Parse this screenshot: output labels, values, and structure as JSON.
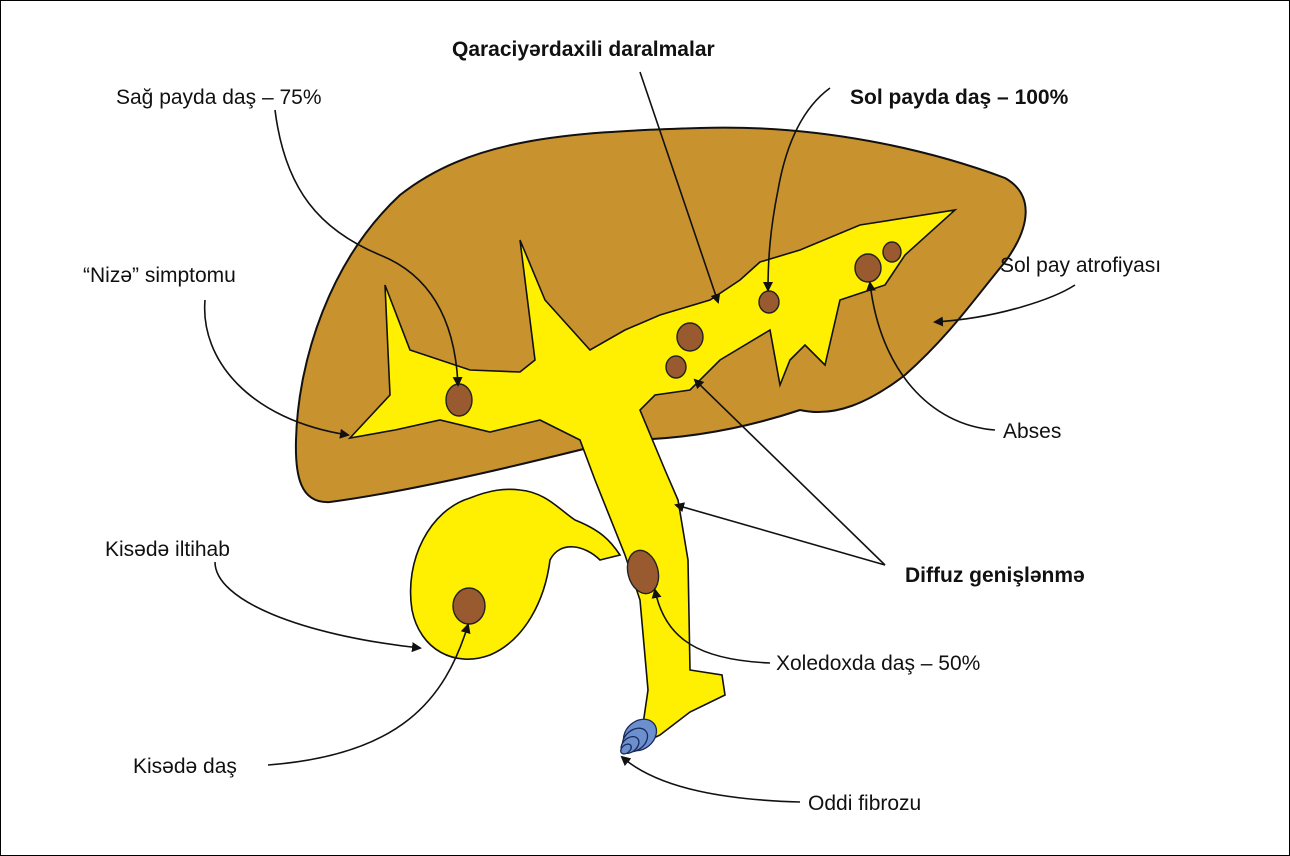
{
  "labels": {
    "intrahepatic_strictures": "Qaraciyərdaxili daralmalar",
    "right_lobe_stone": "Sağ payda daş – 75%",
    "left_lobe_stone": "Sol payda daş – 100%",
    "spear_sign": "“Nizə” simptomu",
    "left_lobe_atrophy": "Sol pay atrofiyası",
    "abscess": "Abses",
    "diffuse_dilation": "Diffuz genişlənmə",
    "gallbladder_inflammation": "Kisədə iltihab",
    "common_bile_duct_stone": "Xoledoxda daş – 50%",
    "gallbladder_stone": "Kisədə daş",
    "oddi_fibrosis": "Oddi fibrozu"
  },
  "colors": {
    "liver": "#c8922e",
    "bile_duct": "#ffef00",
    "stone": "#9a5a30",
    "sphincter": "#6c8fd0"
  }
}
